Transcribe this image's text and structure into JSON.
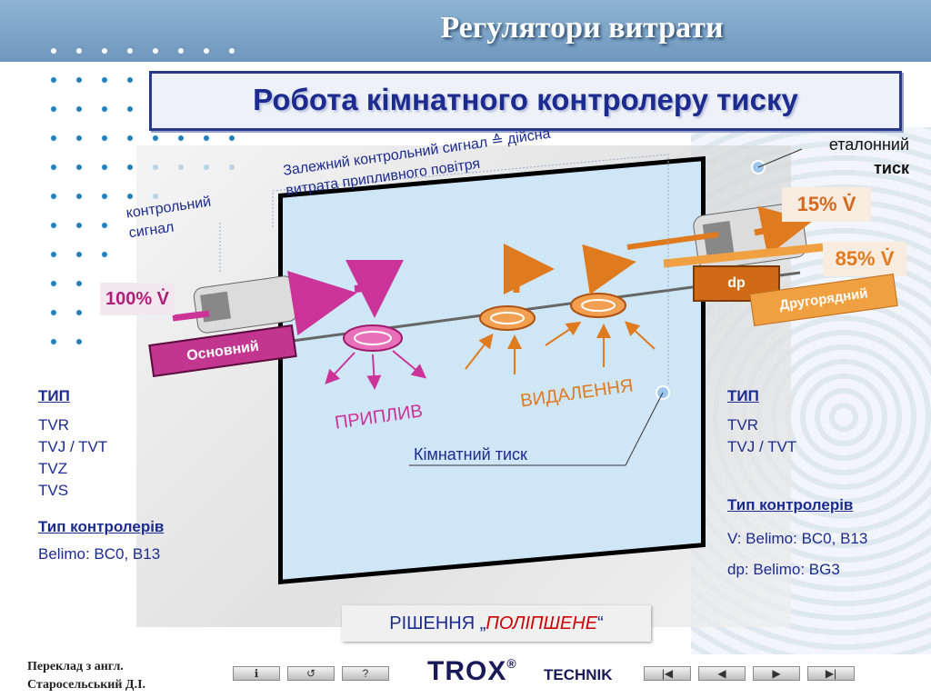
{
  "slide_title": "Регулятори витрати",
  "subtitle": "Робота кімнатного контролеру  тиску",
  "labels": {
    "control_signal": [
      "контрольний",
      "сигнал"
    ],
    "dependent_signal": [
      "Залежний контрольний сигнал ≙ дійсна",
      "витрата припливного повітря"
    ],
    "reference_pressure": [
      "еталонний",
      "тиск"
    ],
    "supply_flow": "100% V̇",
    "exhaust_small": "15% V̇",
    "exhaust_large": "85% V̇",
    "dp": "dp",
    "primary": "Основний",
    "secondary": "Другорядний",
    "supply": "ПРИПЛИВ",
    "extract": "ВИДАЛЕННЯ",
    "room_pressure": "Кімнатний тиск"
  },
  "left_info": {
    "type_heading": "ТИП",
    "types": [
      "TVR",
      "TVJ / TVT",
      "TVZ",
      "TVS"
    ],
    "controllers_heading": "Тип контролерів",
    "controllers": [
      "Belimo: BC0, B13"
    ]
  },
  "right_info": {
    "type_heading": "ТИП",
    "types": [
      "TVR",
      "TVJ / TVT"
    ],
    "controllers_heading": "Тип контролерів",
    "controllers": [
      "V:   Belimo: BC0, B13",
      "dp: Belimo: BG3"
    ]
  },
  "solution": {
    "prefix": "РІШЕННЯ „",
    "emphasis": "ПОЛІПШЕНЕ",
    "suffix": "“"
  },
  "credit": [
    "Переклад з англ.",
    "Старосельський Д.І."
  ],
  "footer_brand": {
    "main": "TROX",
    "reg": "®",
    "sub": "TECHNIK"
  },
  "nav_left": [
    {
      "icon": "info-icon",
      "glyph": "ℹ"
    },
    {
      "icon": "return-icon",
      "glyph": "↺"
    },
    {
      "icon": "help-icon",
      "glyph": "?"
    }
  ],
  "nav_right": [
    {
      "icon": "first-slide-icon",
      "glyph": "|◀"
    },
    {
      "icon": "prev-slide-icon",
      "glyph": "◀"
    },
    {
      "icon": "next-slide-icon",
      "glyph": "▶"
    },
    {
      "icon": "last-slide-icon",
      "glyph": "▶|"
    }
  ],
  "colors": {
    "header": "#7fa6c9",
    "title_blue": "#1c2b8f",
    "supply_magenta": "#cc3399",
    "extract_orange": "#e07a1f",
    "room": "#cfe6f7"
  }
}
